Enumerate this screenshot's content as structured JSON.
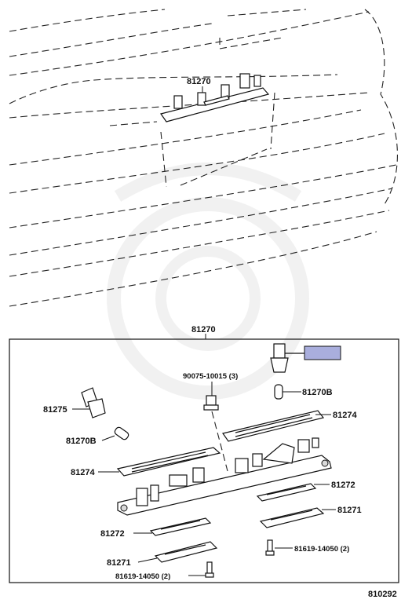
{
  "labels": {
    "top_assembly": "81270",
    "box_title": "81270",
    "bolt_90075": "90075-10015 (3)",
    "bulb_81270b_right": "81270B",
    "lens_81274_right": "81274",
    "socket_81275": "81275",
    "bulb_81270b_left": "81270B",
    "lens_81274_left": "81274",
    "gasket_81272_right": "81272",
    "lens_81271_right": "81271",
    "gasket_81272_left": "81272",
    "screw_81619_right": "81619-14050 (2)",
    "lens_81271_left": "81271",
    "screw_81619_left": "81619-14050 (2)",
    "diagram_number": "810292"
  },
  "colors": {
    "highlight": "#a9aedd",
    "line": "#111111",
    "watermark": "#e6e6e6"
  }
}
